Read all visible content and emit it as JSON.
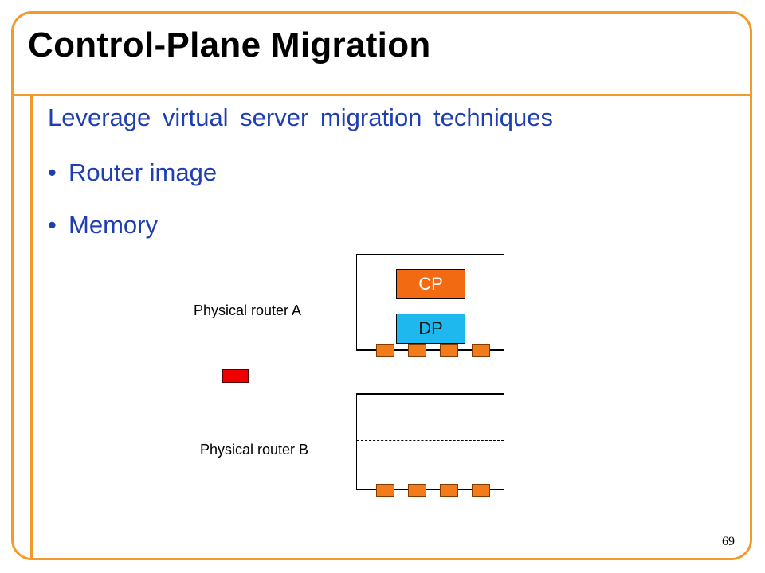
{
  "slide": {
    "title": "Control-Plane Migration",
    "lead": "Leverage virtual server migration techniques",
    "bullets": [
      "Router image",
      "Memory"
    ],
    "page_number": "69"
  },
  "diagram": {
    "router_a": {
      "label": "Physical router A",
      "cp_label": "CP",
      "dp_label": "DP",
      "port_count": 4
    },
    "router_b": {
      "label": "Physical router B",
      "port_count": 4
    }
  },
  "colors": {
    "frame": "#F29B2C",
    "text_blue": "#1F3FB0",
    "cp": "#F26A12",
    "dp": "#1FB8EE",
    "port": "#F07D1A",
    "packet": "#EE0000"
  }
}
